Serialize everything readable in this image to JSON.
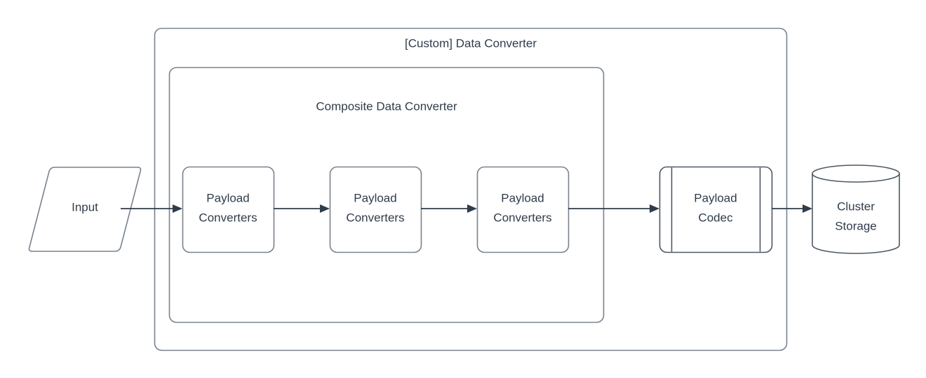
{
  "diagram": {
    "type": "flowchart",
    "background_color": "#ffffff",
    "text_color": "#2f3c4a",
    "outline_color": "#79828d",
    "connector_color": "#2f3c4a",
    "containers": [
      {
        "id": "custom-data-converter",
        "title": "[Custom] Data Converter",
        "shape": "rounded-rectangle"
      },
      {
        "id": "composite-data-converter",
        "title": "Composite Data Converter",
        "shape": "rounded-rectangle"
      }
    ],
    "nodes": [
      {
        "id": "input",
        "label": "Input",
        "shape": "parallelogram"
      },
      {
        "id": "payload-converters-1",
        "label_line1": "Payload",
        "label_line2": "Converters",
        "shape": "rounded-rectangle"
      },
      {
        "id": "payload-converters-2",
        "label_line1": "Payload",
        "label_line2": "Converters",
        "shape": "rounded-rectangle"
      },
      {
        "id": "payload-converters-3",
        "label_line1": "Payload",
        "label_line2": "Converters",
        "shape": "rounded-rectangle"
      },
      {
        "id": "payload-codec",
        "label_line1": "Payload",
        "label_line2": "Codec",
        "shape": "process"
      },
      {
        "id": "cluster-storage",
        "label_line1": "Cluster",
        "label_line2": "Storage",
        "shape": "cylinder"
      }
    ],
    "edges": [
      {
        "from": "input",
        "to": "payload-converters-1",
        "style": "solid-arrow"
      },
      {
        "from": "payload-converters-1",
        "to": "payload-converters-2",
        "style": "solid-arrow"
      },
      {
        "from": "payload-converters-2",
        "to": "payload-converters-3",
        "style": "solid-arrow"
      },
      {
        "from": "payload-converters-3",
        "to": "payload-codec",
        "style": "solid-arrow"
      },
      {
        "from": "payload-codec",
        "to": "cluster-storage",
        "style": "solid-arrow"
      }
    ]
  }
}
